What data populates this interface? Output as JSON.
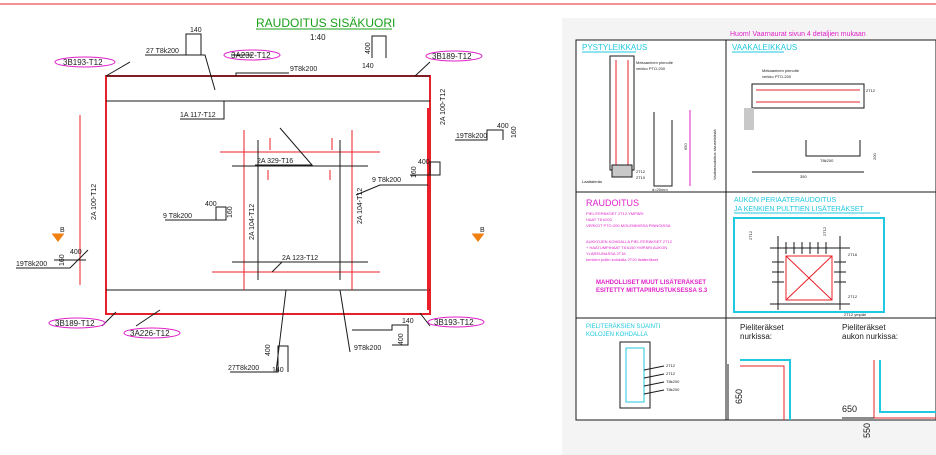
{
  "colors": {
    "red": "#e8202a",
    "dark": "#1a1a1a",
    "green": "#1aa01a",
    "magenta": "#e020c8",
    "cyan": "#20c8e0",
    "olive": "#8a7a30",
    "orange": "#f08010"
  },
  "plan": {
    "title": "RAUDOITUS SISÄKUORI",
    "scale": "1:40",
    "tags": {
      "tl": "3B193-T12",
      "top1": "3A232-T12",
      "tr": "3B189-T12",
      "bl": "3B189-T12",
      "bot1": "3A226-T12",
      "br": "3B193-T12"
    },
    "labels": {
      "t27a": "27 T8k200",
      "t140a": "140",
      "t9t8top": "9T8k200",
      "t400a": "400",
      "t140b": "140",
      "t1a117": "1A 117-T12",
      "t2a329": "2A 329-T16",
      "t19t8r": "19T8k200",
      "t400r": "400",
      "t160r": "160",
      "t9t8r": "9 T8k200",
      "t400r2": "400",
      "t160r2": "160",
      "t2a100l": "2A 100-T12",
      "t2a100r": "2A 100-T12",
      "t9t8l": "9 T8k200",
      "t400l": "400",
      "t160l": "160",
      "t2a104l": "2A 104-T12",
      "t2a104r": "2A 104-T12",
      "t400ll": "400",
      "t160ll": "160",
      "t19t8l": "19T8k200",
      "t2a123": "2A 123-T12",
      "t140c": "140",
      "t400c": "400",
      "t9t8b": "9T8k200",
      "t400d": "400",
      "t27b": "27T8k200",
      "t140d": "140",
      "b1": "B",
      "b2": "B"
    }
  },
  "sheet": {
    "note": "Huom! Vaarnaurat sivun 4 detaljien mukaan",
    "pysty_title": "PYSTYLEIKKAUS",
    "pysty_notes": [
      "Mekaaninen pinnoite",
      "verkko PTO-200"
    ],
    "pysty_small": [
      "2T12",
      "2T10",
      "650",
      "d=20mm"
    ],
    "pysty_side": "Laattateräs",
    "vaaka_title": "VAAKALEIKKAUS",
    "vaaka_notes": [
      "Mekaaninen pinnoite",
      "verkko PTO-200"
    ],
    "vaaka_small": [
      "2T12",
      "T8k200",
      "350",
      "200"
    ],
    "vaaka_side": "Vaakaraudoitus sivuseinästä",
    "raud_title": "RAUDOITUS",
    "raud_lines": [
      "PIELITERÄKSET 2T12 YMPÄRI",
      "HAAT T8 k200",
      "VERKOT PTO-200 MOLEMMISSA PINNOISSA",
      "AUKKOJEN KOHDALLA PIELITERÄKSET 2T12",
      "+ HAATUMPIHAAT T8 k150 YMPÄRI AUKON",
      "YLÄREUNASSA 2T16",
      "kenkien pultin kohdalla 2T20 lisäteräkset"
    ],
    "raud_bold": [
      "MAHDOLLISET MUUT LISÄTERÄKSET",
      "ESITETTY MITTAPIIRUSTUKSESSA S.3"
    ],
    "aukko_title": [
      "AUKON PERIAATERAUDOITUS",
      "JA KENKIEN PULTTIEN LISÄTERÄKSET"
    ],
    "aukko_small": [
      "2T12",
      "2T12",
      "2T16",
      "2T12",
      "2T12 ympäri"
    ],
    "piel_title": [
      "PIELITERÄKSIEN SIJAINTI",
      "KOLOJEN KOHDALLA"
    ],
    "piel_small": [
      "2T12",
      "2T12",
      "T8k200",
      "T8k200"
    ],
    "nurk1_title": [
      "Pieliteräkset",
      "nurkissa:"
    ],
    "nurk1_dim": "650",
    "nurk2_title": [
      "Pieliteräkset",
      "aukon nurkissa:"
    ],
    "nurk2_dim1": "650",
    "nurk2_dim2": "550"
  }
}
